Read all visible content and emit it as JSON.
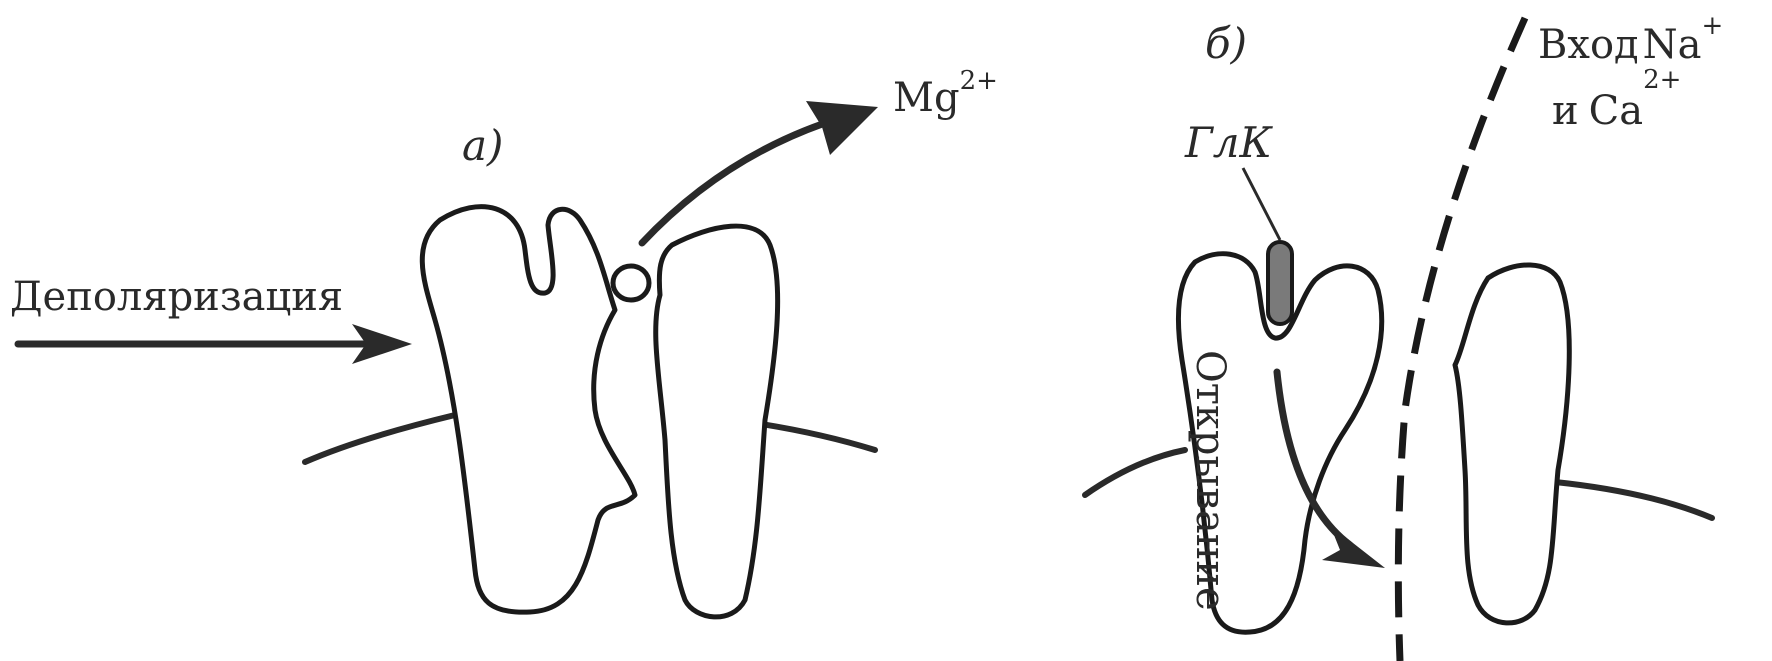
{
  "panel_a": {
    "label": "а)",
    "depolarization": "Деполяризация",
    "ion_base": "Mg",
    "ion_charge": "2+"
  },
  "panel_b": {
    "label": "б)",
    "ligand": "ГлК",
    "opening": "Открывание",
    "entry_word": "Вход",
    "entry_ion1": "Na",
    "entry_ion1_charge": "+",
    "conj": "и",
    "entry_ion2": "Ca",
    "entry_ion2_charge": "2+"
  },
  "colors": {
    "line": "#2a2a2a",
    "glutamate_fill": "#7a7a7a"
  }
}
